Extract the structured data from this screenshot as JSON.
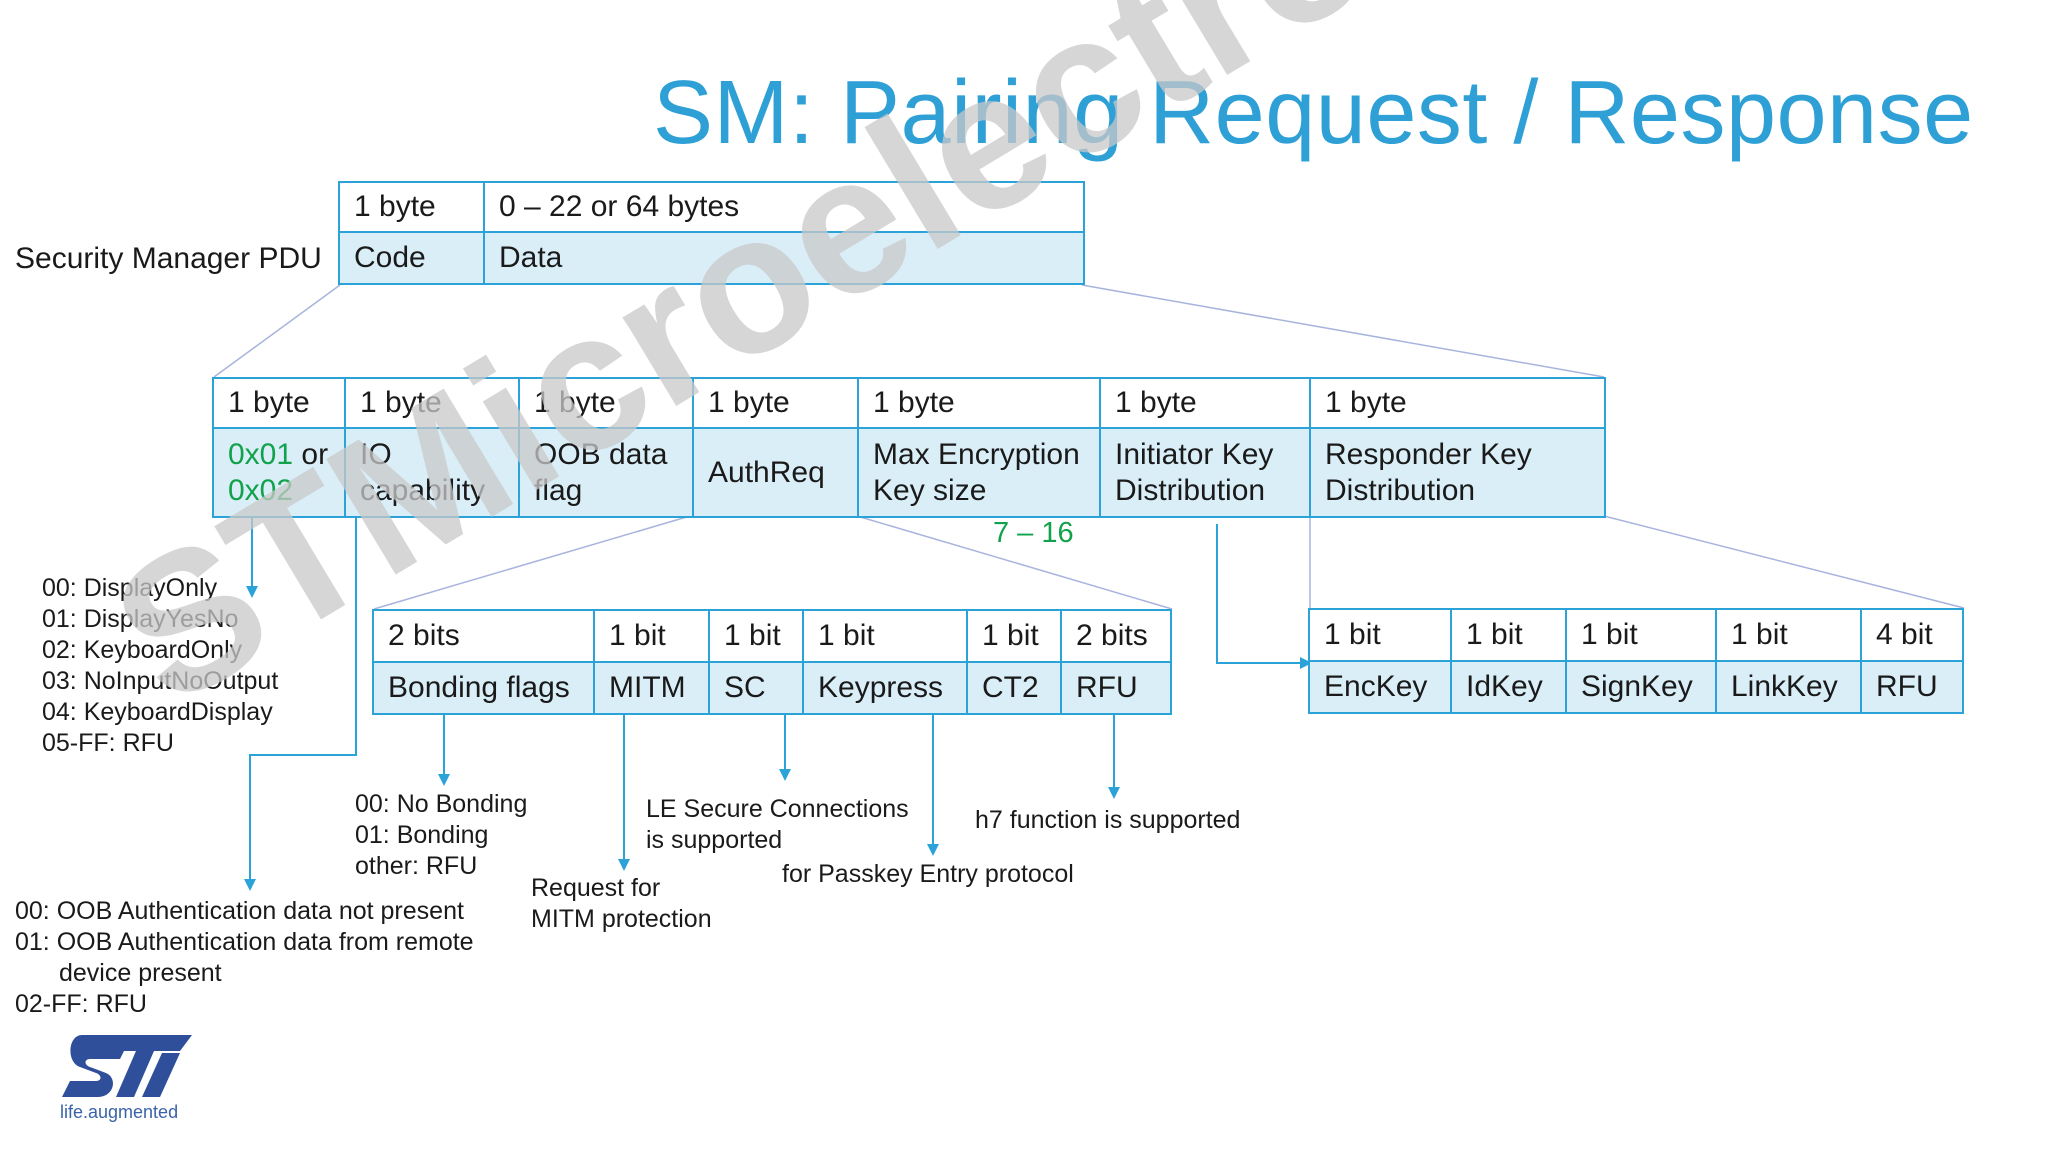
{
  "title": "SM: Pairing Request / Response",
  "watermark": "STMicroelectronics",
  "pdu": {
    "label": "Security Manager PDU",
    "code_size": "1 byte",
    "data_size": "0 – 22 or 64 bytes",
    "code": "Code",
    "data": "Data"
  },
  "fields": [
    {
      "size": "1 byte",
      "value_a": "0x01",
      "value_b": " or",
      "value_c": "0x02"
    },
    {
      "size": "1 byte",
      "line1": "IO",
      "line2": "capability"
    },
    {
      "size": "1 byte",
      "line1": "OOB data",
      "line2": "flag"
    },
    {
      "size": "1 byte",
      "line1": "AuthReq"
    },
    {
      "size": "1 byte",
      "line1": "Max Encryption",
      "line2": "Key size"
    },
    {
      "size": "1 byte",
      "line1": "Initiator Key",
      "line2": "Distribution"
    },
    {
      "size": "1 byte",
      "line1": "Responder Key",
      "line2": "Distribution"
    }
  ],
  "key_size_range": "7 – 16",
  "authreq": [
    {
      "size": "2 bits",
      "name": "Bonding flags"
    },
    {
      "size": "1 bit",
      "name": "MITM"
    },
    {
      "size": "1 bit",
      "name": "SC"
    },
    {
      "size": "1 bit",
      "name": "Keypress"
    },
    {
      "size": "1 bit",
      "name": "CT2"
    },
    {
      "size": "2 bits",
      "name": "RFU"
    }
  ],
  "keydist": [
    {
      "size": "1 bit",
      "name": "EncKey"
    },
    {
      "size": "1 bit",
      "name": "IdKey"
    },
    {
      "size": "1 bit",
      "name": "SignKey"
    },
    {
      "size": "1 bit",
      "name": "LinkKey"
    },
    {
      "size": "4 bit",
      "name": "RFU"
    }
  ],
  "io_capability_values": [
    "00: DisplayOnly",
    "01: DisplayYesNo",
    "02: KeyboardOnly",
    "03: NoInputNoOutput",
    "04: KeyboardDisplay",
    "05-FF: RFU"
  ],
  "bonding_values": [
    "00: No Bonding",
    "01: Bonding",
    "other: RFU"
  ],
  "mitm_note": [
    "Request for",
    "MITM protection"
  ],
  "sc_note": [
    "LE Secure Connections",
    "is supported"
  ],
  "keypress_note": "for Passkey Entry protocol",
  "ct2_note": "h7 function is supported",
  "oob_values": [
    "00: OOB Authentication data not present",
    "01: OOB Authentication data from remote",
    "device present",
    "02-FF: RFU"
  ],
  "logo_text": "life.augmented",
  "colors": {
    "accent": "#2ba3d9",
    "title": "#2ea0d6",
    "green": "#12a24b",
    "cell_fill": "#daeef8"
  }
}
